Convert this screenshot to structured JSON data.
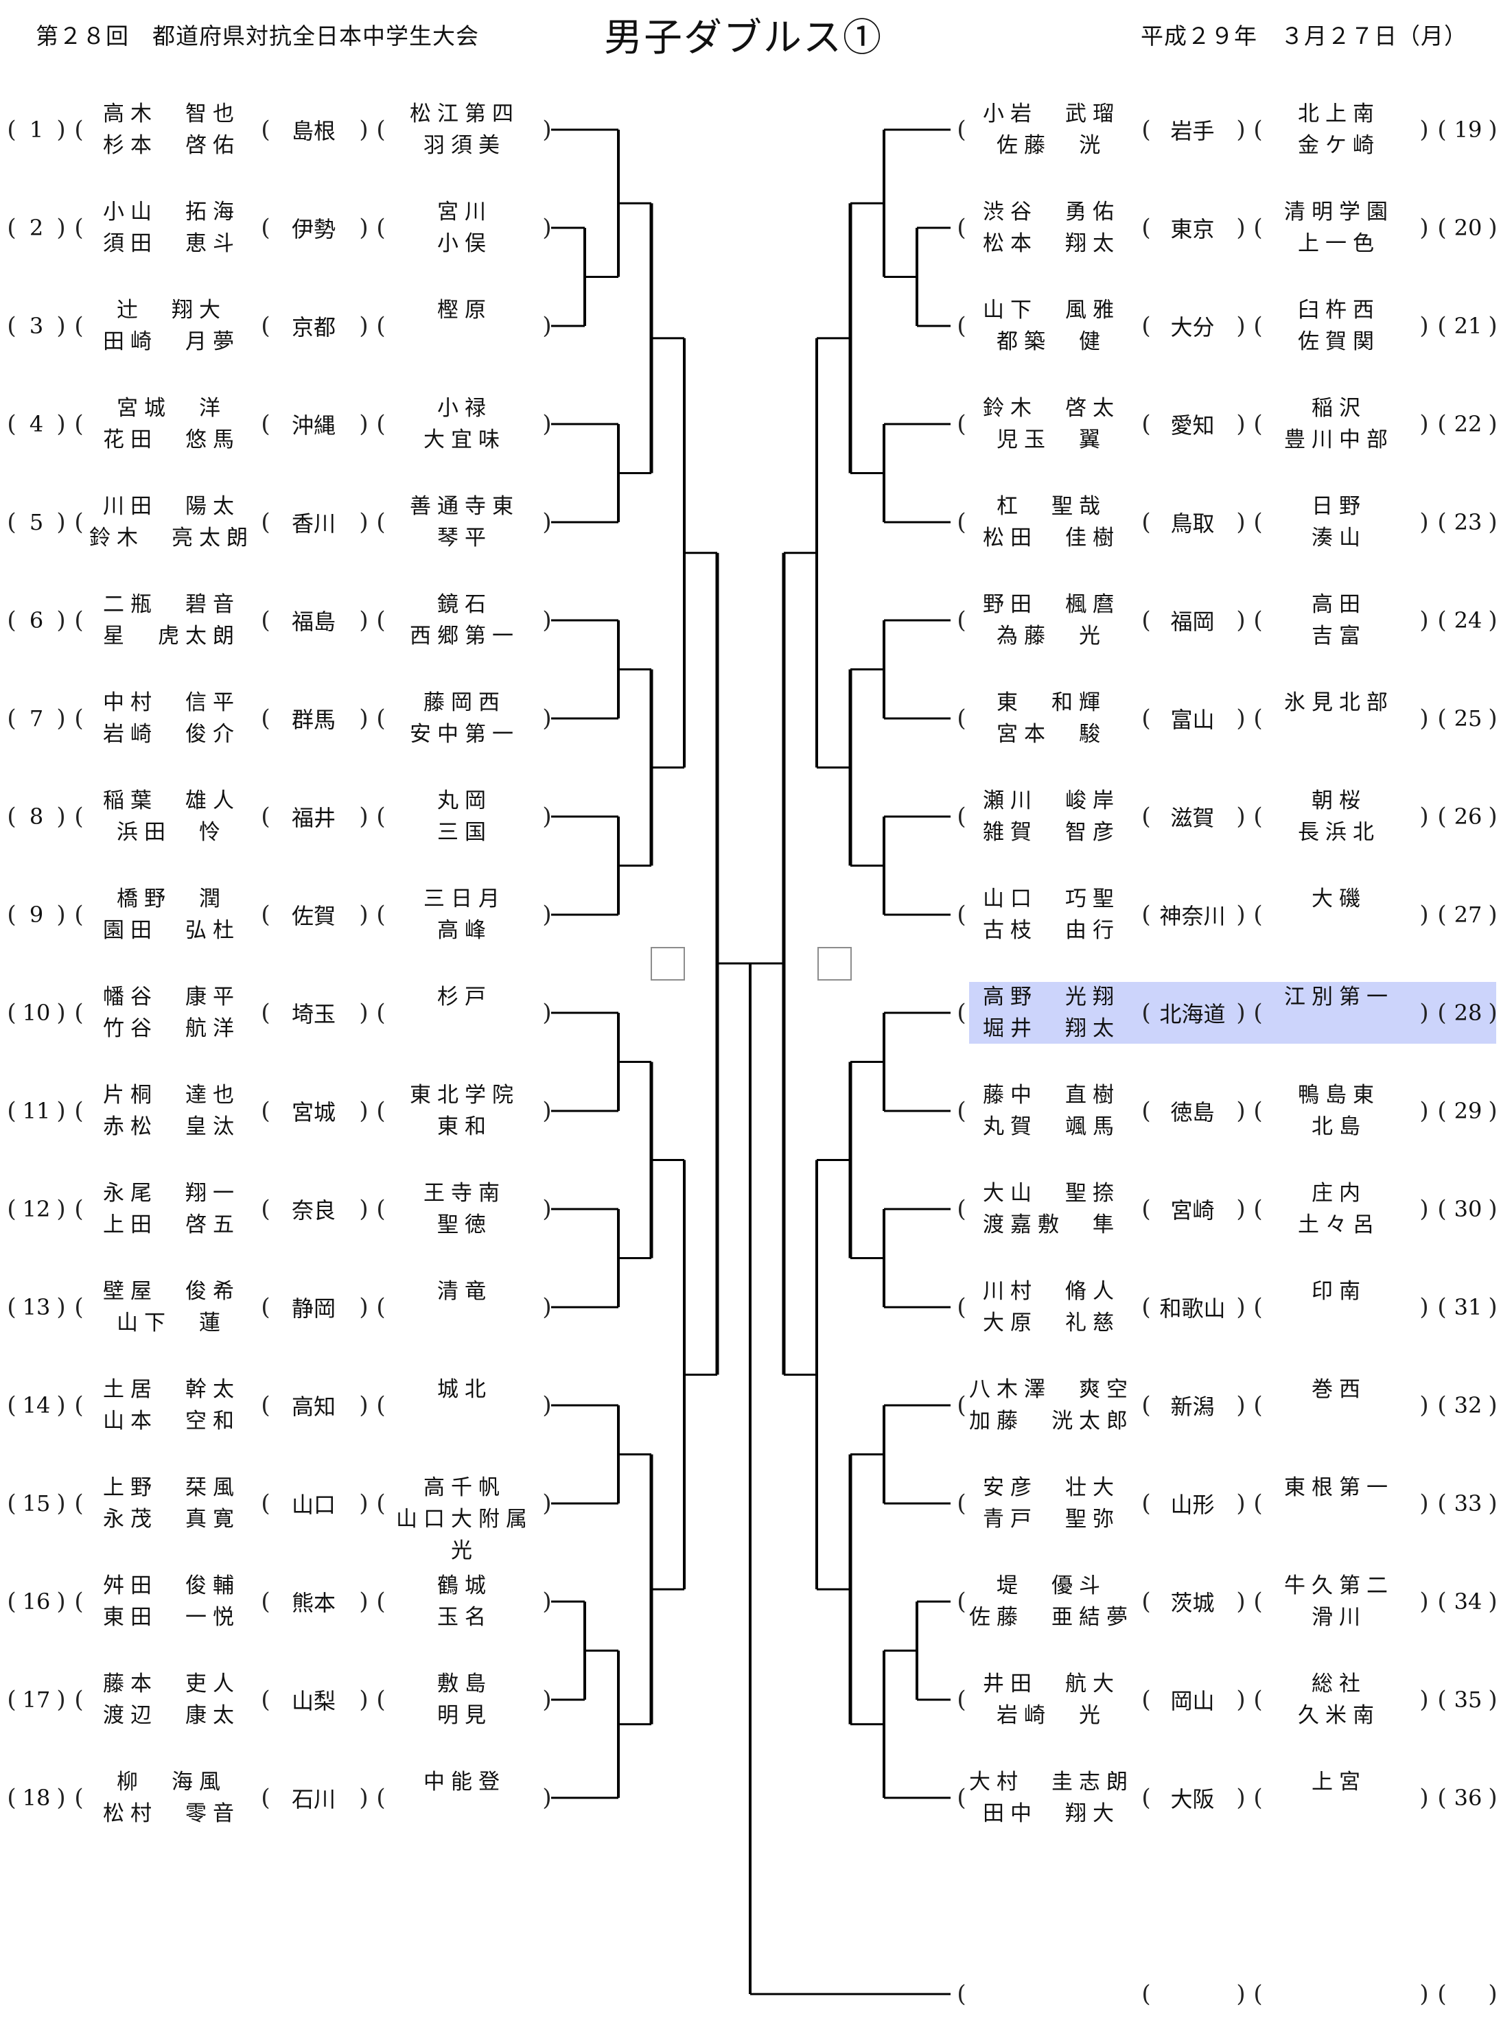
{
  "header": {
    "tournament": "第２８回　都道府県対抗全日本中学生大会",
    "title": "男子ダブルス①",
    "date": "平成２９年　３月２７日（月）"
  },
  "highlight_color": "#ccd4fb",
  "highlighted_entry": 28,
  "left_entries": [
    {
      "seed": "1",
      "player1": "高木　智也",
      "player2": "杉本　啓佑",
      "pref": "島根",
      "school1": "松江第四",
      "school2": "羽須美"
    },
    {
      "seed": "2",
      "player1": "小山　拓海",
      "player2": "須田　恵斗",
      "pref": "伊勢",
      "school1": "宮川",
      "school2": "小俣"
    },
    {
      "seed": "3",
      "player1": "辻　翔大",
      "player2": "田崎　月夢",
      "pref": "京都",
      "school1": "樫原",
      "school2": ""
    },
    {
      "seed": "4",
      "player1": "宮城　洋",
      "player2": "花田　悠馬",
      "pref": "沖縄",
      "school1": "小禄",
      "school2": "大宜味"
    },
    {
      "seed": "5",
      "player1": "川田　陽太",
      "player2": "鈴木　亮太朗",
      "pref": "香川",
      "school1": "善通寺東",
      "school2": "琴平"
    },
    {
      "seed": "6",
      "player1": "二瓶　碧音",
      "player2": "星　虎太朗",
      "pref": "福島",
      "school1": "鏡石",
      "school2": "西郷第一"
    },
    {
      "seed": "7",
      "player1": "中村　信平",
      "player2": "岩崎　俊介",
      "pref": "群馬",
      "school1": "藤岡西",
      "school2": "安中第一"
    },
    {
      "seed": "8",
      "player1": "稲葉　雄人",
      "player2": "浜田　怜",
      "pref": "福井",
      "school1": "丸岡",
      "school2": "三国"
    },
    {
      "seed": "9",
      "player1": "橋野　潤",
      "player2": "園田　弘杜",
      "pref": "佐賀",
      "school1": "三日月",
      "school2": "高峰"
    },
    {
      "seed": "10",
      "player1": "幡谷　康平",
      "player2": "竹谷　航洋",
      "pref": "埼玉",
      "school1": "杉戸",
      "school2": ""
    },
    {
      "seed": "11",
      "player1": "片桐　達也",
      "player2": "赤松　皇汰",
      "pref": "宮城",
      "school1": "東北学院",
      "school2": "東和"
    },
    {
      "seed": "12",
      "player1": "永尾　翔一",
      "player2": "上田　啓五",
      "pref": "奈良",
      "school1": "王寺南",
      "school2": "聖徳"
    },
    {
      "seed": "13",
      "player1": "壁屋　俊希",
      "player2": "山下　蓮",
      "pref": "静岡",
      "school1": "清竜",
      "school2": ""
    },
    {
      "seed": "14",
      "player1": "土居　幹太",
      "player2": "山本　空和",
      "pref": "高知",
      "school1": "城北",
      "school2": ""
    },
    {
      "seed": "15",
      "player1": "上野　栞風",
      "player2": "永茂　真寛",
      "pref": "山口",
      "school1": "高千帆",
      "school2": "山口大附属光"
    },
    {
      "seed": "16",
      "player1": "舛田　俊輔",
      "player2": "東田　一悦",
      "pref": "熊本",
      "school1": "鶴城",
      "school2": "玉名"
    },
    {
      "seed": "17",
      "player1": "藤本　吏人",
      "player2": "渡辺　康太",
      "pref": "山梨",
      "school1": "敷島",
      "school2": "明見"
    },
    {
      "seed": "18",
      "player1": "柳　海風",
      "player2": "松村　零音",
      "pref": "石川",
      "school1": "中能登",
      "school2": ""
    }
  ],
  "right_entries": [
    {
      "seed": "19",
      "player1": "小岩　武瑠",
      "player2": "佐藤　洸",
      "pref": "岩手",
      "school1": "北上南",
      "school2": "金ケ崎"
    },
    {
      "seed": "20",
      "player1": "渋谷　勇佑",
      "player2": "松本　翔太",
      "pref": "東京",
      "school1": "清明学園",
      "school2": "上一色"
    },
    {
      "seed": "21",
      "player1": "山下　風雅",
      "player2": "都築　健",
      "pref": "大分",
      "school1": "臼杵西",
      "school2": "佐賀関"
    },
    {
      "seed": "22",
      "player1": "鈴木　啓太",
      "player2": "児玉　翼",
      "pref": "愛知",
      "school1": "稲沢",
      "school2": "豊川中部"
    },
    {
      "seed": "23",
      "player1": "杠　聖哉",
      "player2": "松田　佳樹",
      "pref": "鳥取",
      "school1": "日野",
      "school2": "湊山"
    },
    {
      "seed": "24",
      "player1": "野田　楓麿",
      "player2": "為藤　光",
      "pref": "福岡",
      "school1": "高田",
      "school2": "吉富"
    },
    {
      "seed": "25",
      "player1": "東　和輝",
      "player2": "宮本　駿",
      "pref": "富山",
      "school1": "氷見北部",
      "school2": ""
    },
    {
      "seed": "26",
      "player1": "瀬川　峻岸",
      "player2": "雑賀　智彦",
      "pref": "滋賀",
      "school1": "朝桜",
      "school2": "長浜北"
    },
    {
      "seed": "27",
      "player1": "山口　巧聖",
      "player2": "古枝　由行",
      "pref": "神奈川",
      "school1": "大磯",
      "school2": ""
    },
    {
      "seed": "28",
      "player1": "高野　光翔",
      "player2": "堀井　翔太",
      "pref": "北海道",
      "school1": "江別第一",
      "school2": ""
    },
    {
      "seed": "29",
      "player1": "藤中　直樹",
      "player2": "丸賀　颯馬",
      "pref": "徳島",
      "school1": "鴨島東",
      "school2": "北島"
    },
    {
      "seed": "30",
      "player1": "大山　聖捺",
      "player2": "渡嘉敷　隼",
      "pref": "宮崎",
      "school1": "庄内",
      "school2": "土々呂"
    },
    {
      "seed": "31",
      "player1": "川村　脩人",
      "player2": "大原　礼慈",
      "pref": "和歌山",
      "school1": "印南",
      "school2": ""
    },
    {
      "seed": "32",
      "player1": "八木澤　爽空",
      "player2": "加藤　洸太郎",
      "pref": "新潟",
      "school1": "巻西",
      "school2": ""
    },
    {
      "seed": "33",
      "player1": "安彦　壮大",
      "player2": "青戸　聖弥",
      "pref": "山形",
      "school1": "東根第一",
      "school2": ""
    },
    {
      "seed": "34",
      "player1": "堤　優斗",
      "player2": "佐藤　亜結夢",
      "pref": "茨城",
      "school1": "牛久第二",
      "school2": "滑川"
    },
    {
      "seed": "35",
      "player1": "井田　航大",
      "player2": "岩崎　光",
      "pref": "岡山",
      "school1": "総社",
      "school2": "久米南"
    },
    {
      "seed": "36",
      "player1": "大村　圭志朗",
      "player2": "田中　翔大",
      "pref": "大阪",
      "school1": "上宮",
      "school2": ""
    }
  ],
  "final_entry": {
    "seed": "",
    "player1": "",
    "player2": "",
    "pref": "",
    "school1": "",
    "school2": ""
  },
  "bracket": {
    "left": {
      "playin": [
        [
          2,
          3
        ],
        [
          16,
          17
        ]
      ],
      "r1": [
        [
          1,
          "p2"
        ],
        [
          4,
          5
        ],
        [
          6,
          7
        ],
        [
          8,
          9
        ],
        [
          10,
          11
        ],
        [
          12,
          13
        ],
        [
          14,
          15
        ],
        [
          "p16",
          18
        ]
      ],
      "r2": [
        [
          0,
          1
        ],
        [
          2,
          3
        ],
        [
          4,
          5
        ],
        [
          6,
          7
        ]
      ],
      "r3": [
        [
          0,
          1
        ],
        [
          2,
          3
        ]
      ]
    },
    "right": {
      "playin": [
        [
          20,
          21
        ],
        [
          34,
          35
        ]
      ],
      "r1": [
        [
          19,
          "p20"
        ],
        [
          22,
          23
        ],
        [
          24,
          25
        ],
        [
          26,
          27
        ],
        [
          28,
          29
        ],
        [
          30,
          31
        ],
        [
          32,
          33
        ],
        [
          "p34",
          36
        ]
      ],
      "r2": [
        [
          0,
          1
        ],
        [
          2,
          3
        ],
        [
          4,
          5
        ],
        [
          6,
          7
        ]
      ],
      "r3": [
        [
          0,
          1
        ],
        [
          2,
          3
        ]
      ]
    }
  }
}
